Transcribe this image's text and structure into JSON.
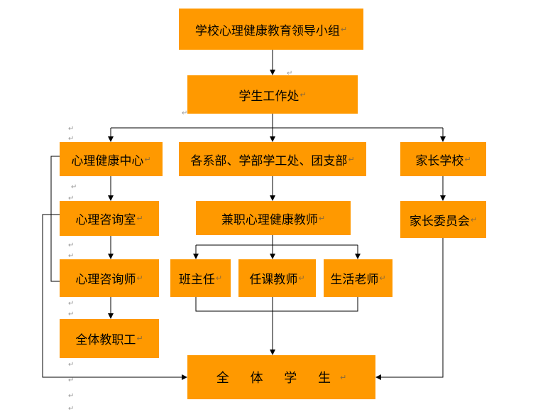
{
  "return_mark": "↵",
  "nodes": {
    "leadership": "学校心理健康教育领导小组",
    "student_affairs": "学生工作处",
    "mental_center": "心理健康中心",
    "departments": "各系部、学部学工处、团支部",
    "parent_school": "家长学校",
    "counseling_room": "心理咨询室",
    "parttime_teachers": "兼职心理健康教师",
    "parent_committee": "家长委员会",
    "counselor": "心理咨询师",
    "head_teacher": "班主任",
    "course_teacher": "任课教师",
    "life_teacher": "生活老师",
    "all_staff": "全体教职工",
    "all_students": "全 体 学 生"
  },
  "colors": {
    "box_fill": "#ff9900",
    "line": "#000000"
  }
}
